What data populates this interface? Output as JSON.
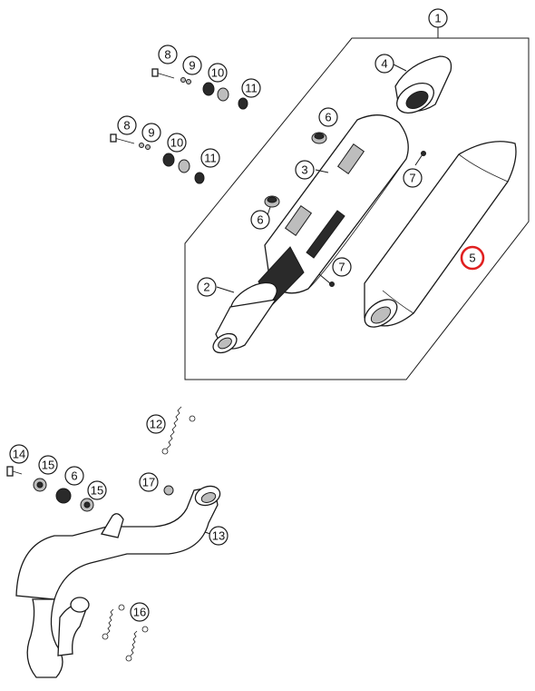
{
  "callouts": [
    {
      "id": "c1",
      "label": "1"
    },
    {
      "id": "c2",
      "label": "2"
    },
    {
      "id": "c3",
      "label": "3"
    },
    {
      "id": "c4",
      "label": "4"
    },
    {
      "id": "c5",
      "label": "5",
      "highlighted": true
    },
    {
      "id": "c6a",
      "label": "6"
    },
    {
      "id": "c6b",
      "label": "6"
    },
    {
      "id": "c6c",
      "label": "6"
    },
    {
      "id": "c7a",
      "label": "7"
    },
    {
      "id": "c7b",
      "label": "7"
    },
    {
      "id": "c8a",
      "label": "8"
    },
    {
      "id": "c8b",
      "label": "8"
    },
    {
      "id": "c9a",
      "label": "9"
    },
    {
      "id": "c9b",
      "label": "9"
    },
    {
      "id": "c10a",
      "label": "10"
    },
    {
      "id": "c10b",
      "label": "10"
    },
    {
      "id": "c11a",
      "label": "11"
    },
    {
      "id": "c11b",
      "label": "11"
    },
    {
      "id": "c12",
      "label": "12"
    },
    {
      "id": "c13",
      "label": "13"
    },
    {
      "id": "c14",
      "label": "14"
    },
    {
      "id": "c15a",
      "label": "15"
    },
    {
      "id": "c15b",
      "label": "15"
    },
    {
      "id": "c16",
      "label": "16"
    },
    {
      "id": "c17",
      "label": "17"
    }
  ],
  "colors": {
    "line": "#1a1a1a",
    "highlight": "#e02020",
    "background": "#ffffff"
  }
}
